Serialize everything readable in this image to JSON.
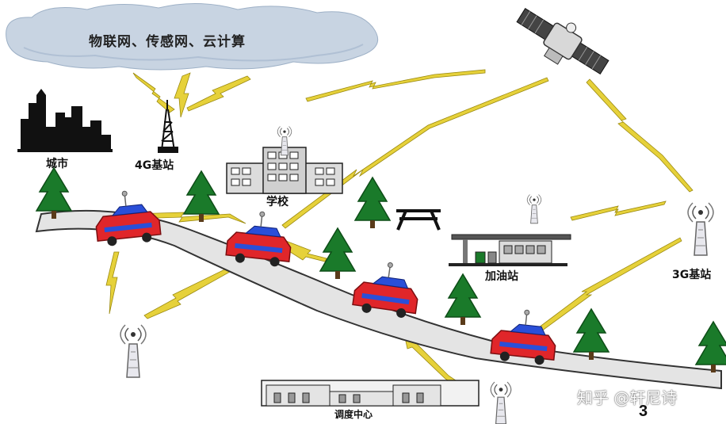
{
  "cloud": {
    "title": "物联网、传感网、云计算"
  },
  "labels": {
    "city": "城市",
    "base4g": "4G基站",
    "school": "学校",
    "gas": "加油站",
    "base3g": "3G基站",
    "dispatch": "调度中心"
  },
  "watermark": "知乎 @轩尼诗",
  "page_number": "3"
}
